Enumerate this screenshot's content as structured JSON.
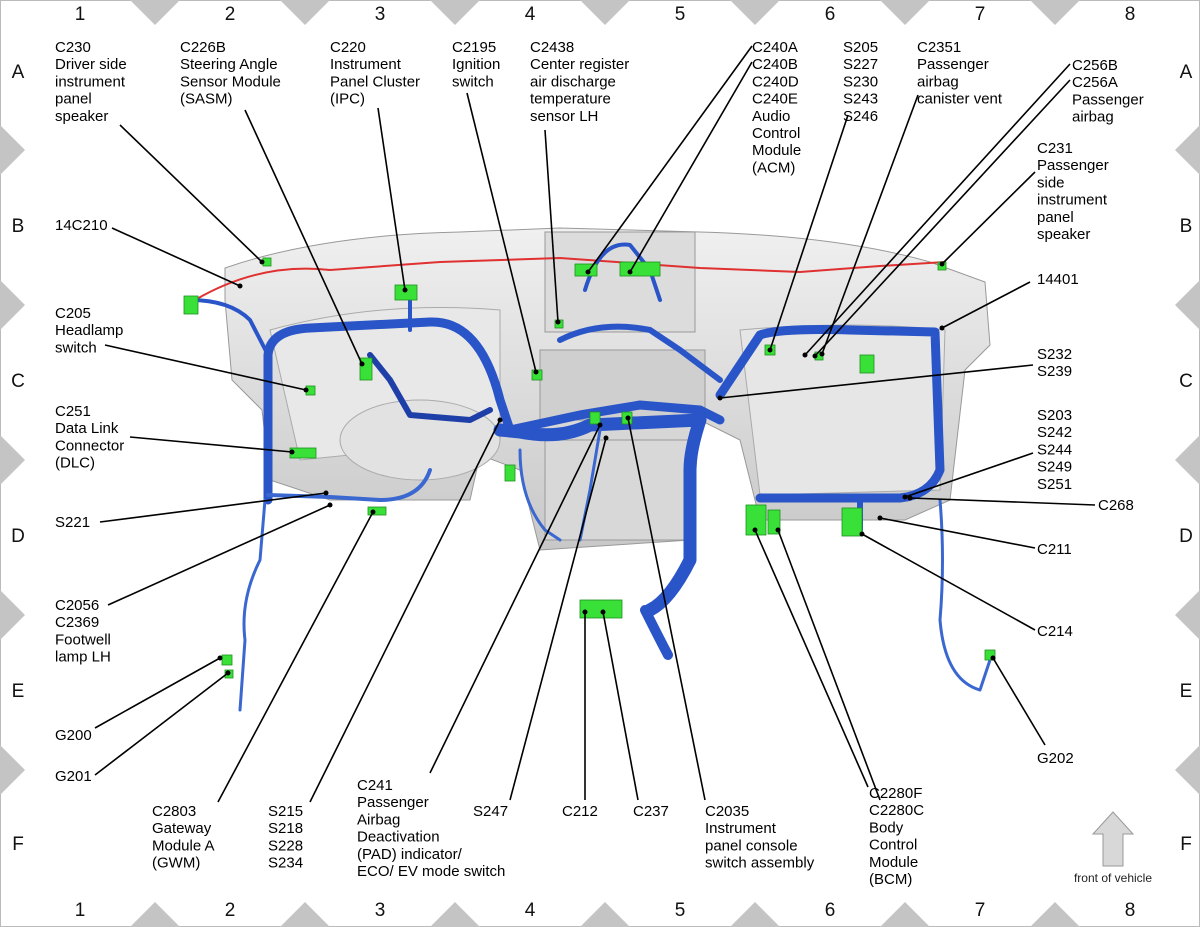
{
  "grid": {
    "columns": [
      "1",
      "2",
      "3",
      "4",
      "5",
      "6",
      "7",
      "8"
    ],
    "rows": [
      "A",
      "B",
      "C",
      "D",
      "E",
      "F"
    ]
  },
  "labels": {
    "c230": [
      "C230",
      "Driver side",
      "instrument",
      "panel",
      "speaker"
    ],
    "c226b": [
      "C226B",
      "Steering Angle",
      "Sensor Module",
      "(SASM)"
    ],
    "c220": [
      "C220",
      "Instrument",
      "Panel Cluster",
      "(IPC)"
    ],
    "c2195": [
      "C2195",
      "Ignition",
      "switch"
    ],
    "c2438": [
      "C2438",
      "Center register",
      "air discharge",
      "temperature",
      "sensor LH"
    ],
    "c240": [
      "C240A",
      "C240B",
      "C240D",
      "C240E",
      "Audio",
      "Control",
      "Module",
      "(ACM)"
    ],
    "s205": [
      "S205",
      "S227",
      "S230",
      "S243",
      "S246"
    ],
    "c2351": [
      "C2351",
      "Passenger",
      "airbag",
      "canister vent"
    ],
    "c256": [
      "C256B",
      "C256A",
      "Passenger",
      "airbag"
    ],
    "c231": [
      "C231",
      "Passenger",
      "side",
      "instrument",
      "panel",
      "speaker"
    ],
    "c14c210": [
      "14C210"
    ],
    "c14401": [
      "14401"
    ],
    "c205": [
      "C205",
      "Headlamp",
      "switch"
    ],
    "s232": [
      "S232",
      "S239"
    ],
    "c251": [
      "C251",
      "Data Link",
      "Connector",
      "(DLC)"
    ],
    "s203": [
      "S203",
      "S242",
      "S244",
      "S249",
      "S251"
    ],
    "c268": [
      "C268"
    ],
    "s221": [
      "S221"
    ],
    "c211": [
      "C211"
    ],
    "c2056": [
      "C2056",
      "C2369",
      "Footwell",
      "lamp LH"
    ],
    "c214": [
      "C214"
    ],
    "g200": [
      "G200"
    ],
    "g201": [
      "G201"
    ],
    "g202": [
      "G202"
    ],
    "c2803": [
      "C2803",
      "Gateway",
      "Module A",
      "(GWM)"
    ],
    "s215": [
      "S215",
      "S218",
      "S228",
      "S234"
    ],
    "c241": [
      "C241",
      "Passenger",
      "Airbag",
      "Deactivation",
      "(PAD) indicator/",
      "ECO/ EV mode switch"
    ],
    "s247": [
      "S247"
    ],
    "c212": [
      "C212"
    ],
    "c237": [
      "C237"
    ],
    "c2035": [
      "C2035",
      "Instrument",
      "panel console",
      "switch assembly"
    ],
    "c2280": [
      "C2280F",
      "C2280C",
      "Body",
      "Control",
      "Module",
      "(BCM)"
    ]
  },
  "front_of_vehicle": "front of vehicle",
  "colors": {
    "harness": "#2a55c8",
    "harness_light": "#6f95e0",
    "red_wire": "#e03030",
    "connector": "#38e038",
    "panel": "#d6d6d6",
    "grid_marker": "#bdbdbd"
  }
}
